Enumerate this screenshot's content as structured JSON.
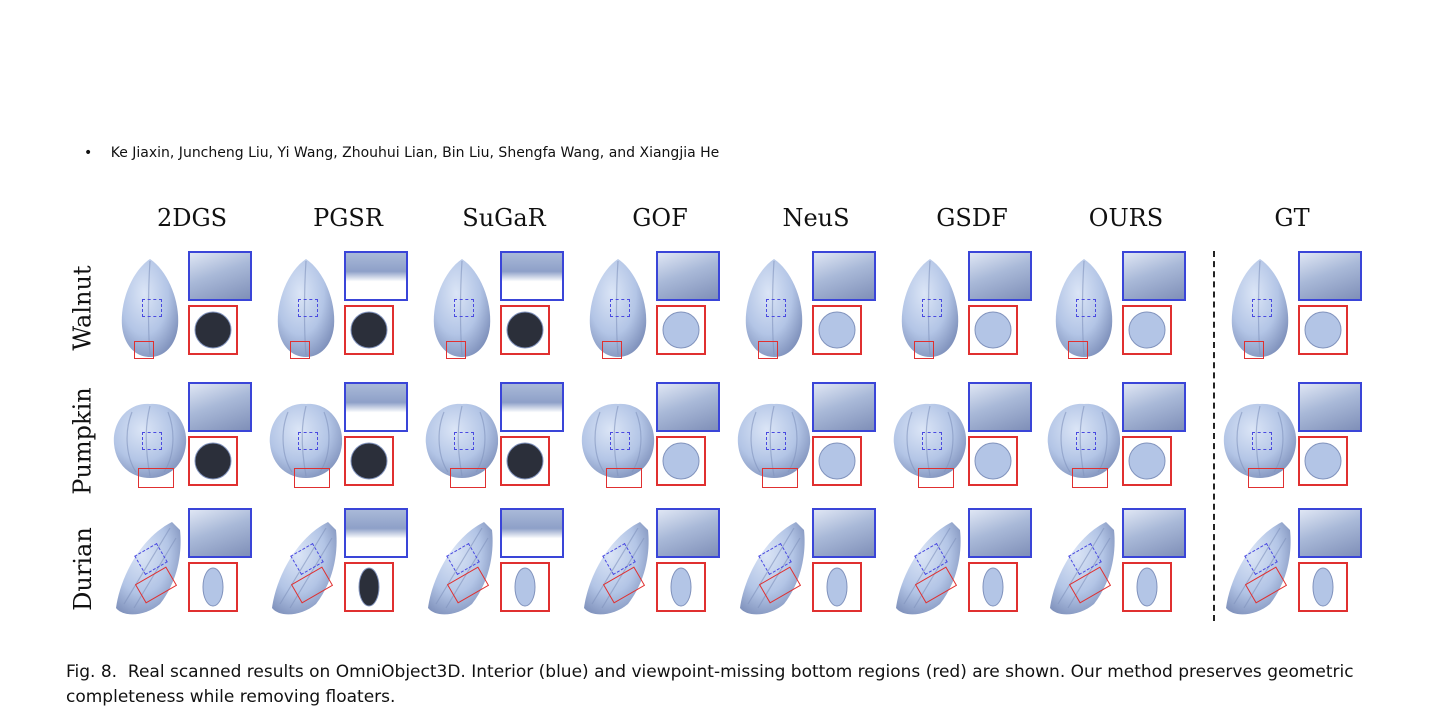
{
  "header": {
    "bullet": "•",
    "authors": "Ke Jiaxin, Juncheng Liu, Yi Wang, Zhouhui Lian, Bin Liu, Shengfa Wang, and Xiangjia He"
  },
  "figure": {
    "columns": [
      "2DGS",
      "PGSR",
      "SuGaR",
      "GOF",
      "NeuS",
      "GSDF",
      "OURS",
      "GT"
    ],
    "rows": [
      "Walnut",
      "Pumpkin",
      "Durian"
    ],
    "colors": {
      "mesh": "#b3c5e6",
      "mesh_shadow": "#8193bd",
      "interior_box": "#3a45d8",
      "bottom_box": "#e03030",
      "dark_hole": "#2b2f3a"
    }
  },
  "caption": {
    "label": "Fig. 8.",
    "text": "Real scanned results on OmniObject3D. Interior (blue) and viewpoint-missing bottom regions (red) are shown. Our method preserves geometric completeness while removing floaters."
  }
}
